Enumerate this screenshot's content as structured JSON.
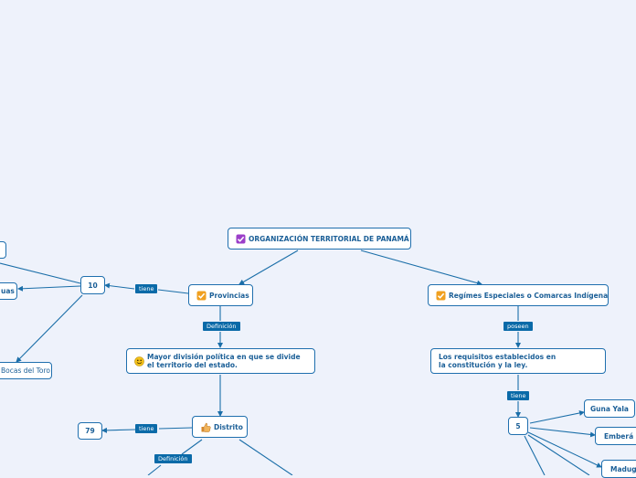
{
  "nodes": {
    "root": "ORGANIZACIÓN TERRITORIAL DE PANAMÁ",
    "provincias": "Provincias",
    "regimenes": "Regímes Especiales o Comarcas Indígenas",
    "prov_def": "Mayor división política en que se divide el territorio del estado.",
    "reg_req": "Los requisitos establecidos en la constitución y la ley.",
    "ten": "10",
    "aguas_partial": "uas",
    "bocas_partial": "Bocas del Toro",
    "distrito": "Distrito",
    "seventy_nine": "79",
    "five": "5",
    "guna_yala": "Guna Yala",
    "embera_partial": "Emberá W",
    "madugandi_partial": "Maduga"
  },
  "labels": {
    "tiene_ten": "tiene",
    "def_prov": "Definición",
    "poseen": "poseen",
    "tiene_five": "tiene",
    "tiene_79": "tiene",
    "def_distrito": "Definición"
  },
  "colors": {
    "background": "#eef2fb",
    "node_border": "#1f6fae",
    "node_text": "#1b5f97",
    "label_bg": "#0a6aa8",
    "connector": "#1a6ea8"
  }
}
